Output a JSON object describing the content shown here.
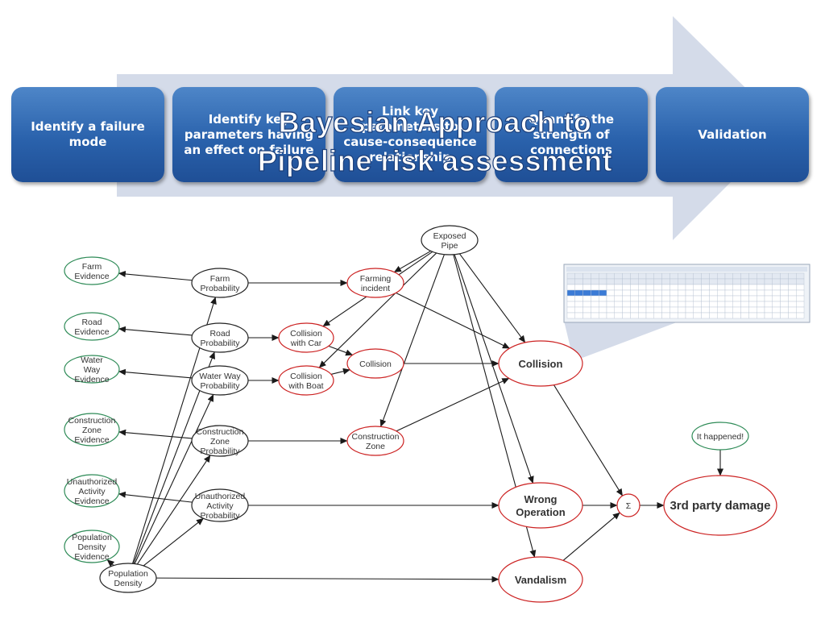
{
  "process": {
    "title_line1": "Bayesian Approach to",
    "title_line2": "Pipeline risk assessment",
    "steps": [
      {
        "label": "Identify a failure mode"
      },
      {
        "label": "Identify key parameters having an effect on failure"
      },
      {
        "label": "Link key parameters to cause-consequence relationship"
      },
      {
        "label": "Quantify the strength of connections"
      },
      {
        "label": "Validation"
      }
    ]
  },
  "network": {
    "nodes": {
      "exposed_pipe": "Exposed Pipe",
      "farm_evidence": "Farm Evidence",
      "road_evidence": "Road Evidence",
      "waterway_evidence": "Water Way Evidence",
      "construction_evidence": "Construction Zone Evidence",
      "unauthorized_evidence": "Unauthorized Activity Evidence",
      "population_evidence": "Population Density Evidence",
      "farm_probability": "Farm Probability",
      "road_probability": "Road Probability",
      "waterway_probability": "Water Way Probability",
      "construction_probability": "Construction Zone Probability",
      "unauthorized_probability": "Unauthorized Activity Probability",
      "population_density": "Population Density",
      "farming_incident": "Farming incident",
      "collision_car": "Collision with Car",
      "collision_boat": "Collision with Boat",
      "collision_small": "Collision",
      "construction_zone": "Construction Zone",
      "collision": "Collision",
      "wrong_operation": "Wrong Operation",
      "vandalism": "Vandalism",
      "sum": "Σ",
      "third_party_damage": "3rd party damage",
      "it_happened": "It happened!"
    }
  },
  "colors": {
    "step_blue": "#2a62ac",
    "arrow_fill": "#d4dbe9",
    "evidence_green": "#2e8b57",
    "red_node": "#cc2222",
    "black_node": "#222222"
  }
}
